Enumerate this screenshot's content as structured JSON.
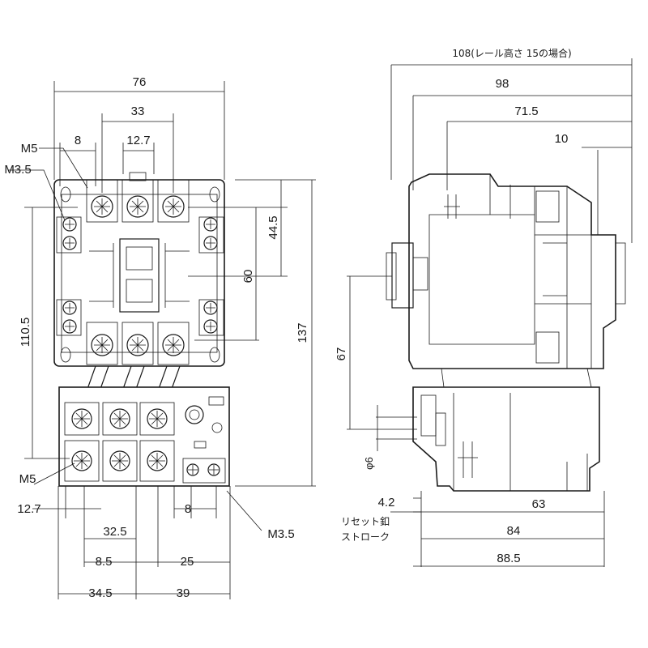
{
  "front_view": {
    "dims": {
      "w76": "76",
      "w33": "33",
      "w12_7_top": "12.7",
      "w8_top": "8",
      "h44_5": "44.5",
      "h60": "60",
      "h110_5": "110.5",
      "h137": "137",
      "w12_7_bot": "12.7",
      "w8_bot": "8",
      "w32_5": "32.5",
      "w8_5": "8.5",
      "w25": "25",
      "w34_5": "34.5",
      "w39": "39"
    },
    "callouts": {
      "m5_top": "M5",
      "m3_5_top": "M3.5",
      "m5_bot": "M5",
      "m3_5_bot": "M3.5"
    }
  },
  "side_view": {
    "dims": {
      "w108": "108(レール高さ 15の場合)",
      "w98": "98",
      "w71_5": "71.5",
      "w10": "10",
      "h67": "67",
      "phi6": "φ6",
      "w4_2": "4.2",
      "w63": "63",
      "w84": "84",
      "w88_5": "88.5"
    },
    "reset_label_1": "リセット釦",
    "reset_label_2": "ストローク"
  }
}
